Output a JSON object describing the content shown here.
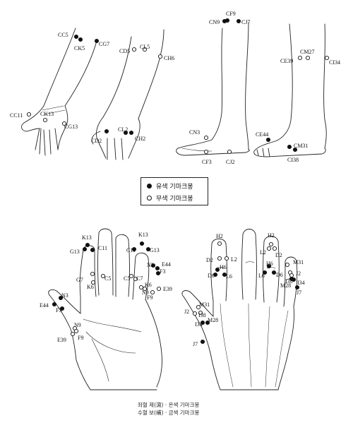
{
  "legend": {
    "filled_label": "유색 기마크봉",
    "hollow_label": "무색 기마크봉"
  },
  "caption": {
    "line1": "좌혈 제(瀉) · 은색 기마크봉",
    "line2": "수혈 보(補) · 금색 기마크봉"
  },
  "points": [
    {
      "label": "CC5",
      "type": "filled"
    },
    {
      "label": "CK5",
      "type": "filled"
    },
    {
      "label": "CG7",
      "type": "filled"
    },
    {
      "label": "CD5",
      "type": "hollow"
    },
    {
      "label": "CL5",
      "type": "hollow"
    },
    {
      "label": "CH6",
      "type": "hollow"
    },
    {
      "label": "CF9",
      "type": "filled"
    },
    {
      "label": "CN9",
      "type": "filled"
    },
    {
      "label": "CJ7",
      "type": "filled"
    },
    {
      "label": "CE39",
      "type": "hollow"
    },
    {
      "label": "CM27",
      "type": "hollow"
    },
    {
      "label": "CI34",
      "type": "hollow"
    },
    {
      "label": "CC11",
      "type": "hollow"
    },
    {
      "label": "CK13",
      "type": "hollow"
    },
    {
      "label": "CG13",
      "type": "hollow"
    },
    {
      "label": "CD2",
      "type": "filled"
    },
    {
      "label": "CL2",
      "type": "filled"
    },
    {
      "label": "CH2",
      "type": "filled"
    },
    {
      "label": "CN3",
      "type": "hollow"
    },
    {
      "label": "CF3",
      "type": "hollow"
    },
    {
      "label": "CJ2",
      "type": "hollow"
    },
    {
      "label": "CE44",
      "type": "filled"
    },
    {
      "label": "CM31",
      "type": "filled"
    },
    {
      "label": "CI38",
      "type": "filled"
    },
    {
      "label": "K13",
      "type": "filled"
    },
    {
      "label": "G13",
      "type": "filled"
    },
    {
      "label": "C11",
      "type": "filled"
    },
    {
      "label": "K13",
      "type": "filled"
    },
    {
      "label": "C11",
      "type": "filled"
    },
    {
      "label": "G13",
      "type": "filled"
    },
    {
      "label": "N3",
      "type": "filled"
    },
    {
      "label": "E44",
      "type": "filled"
    },
    {
      "label": "F3",
      "type": "filled"
    },
    {
      "label": "G7",
      "type": "hollow"
    },
    {
      "label": "C5",
      "type": "hollow"
    },
    {
      "label": "K6",
      "type": "hollow"
    },
    {
      "label": "C5",
      "type": "hollow"
    },
    {
      "label": "C7",
      "type": "hollow"
    },
    {
      "label": "K6",
      "type": "hollow"
    },
    {
      "label": "E39",
      "type": "hollow"
    },
    {
      "label": "N9",
      "type": "hollow"
    },
    {
      "label": "F9",
      "type": "hollow"
    },
    {
      "label": "N3",
      "type": "filled"
    },
    {
      "label": "E44",
      "type": "filled"
    },
    {
      "label": "F3",
      "type": "filled"
    },
    {
      "label": "N9",
      "type": "hollow"
    },
    {
      "label": "F9",
      "type": "hollow"
    },
    {
      "label": "E39",
      "type": "hollow"
    },
    {
      "label": "H2",
      "type": "hollow"
    },
    {
      "label": "D2",
      "type": "hollow"
    },
    {
      "label": "L2",
      "type": "hollow"
    },
    {
      "label": "H6",
      "type": "filled"
    },
    {
      "label": "D6",
      "type": "filled"
    },
    {
      "label": "L6",
      "type": "filled"
    },
    {
      "label": "H2",
      "type": "hollow"
    },
    {
      "label": "L2",
      "type": "hollow"
    },
    {
      "label": "D2",
      "type": "hollow"
    },
    {
      "label": "H6",
      "type": "filled"
    },
    {
      "label": "L6",
      "type": "filled"
    },
    {
      "label": "D6",
      "type": "filled"
    },
    {
      "label": "M31",
      "type": "hollow"
    },
    {
      "label": "J2",
      "type": "hollow"
    },
    {
      "label": "I38",
      "type": "hollow"
    },
    {
      "label": "M28",
      "type": "filled"
    },
    {
      "label": "I34",
      "type": "filled"
    },
    {
      "label": "J7",
      "type": "filled"
    },
    {
      "label": "M31",
      "type": "hollow"
    },
    {
      "label": "J2",
      "type": "hollow"
    },
    {
      "label": "I38",
      "type": "hollow"
    },
    {
      "label": "I34",
      "type": "filled"
    },
    {
      "label": "M28",
      "type": "filled"
    },
    {
      "label": "J7",
      "type": "filled"
    }
  ]
}
